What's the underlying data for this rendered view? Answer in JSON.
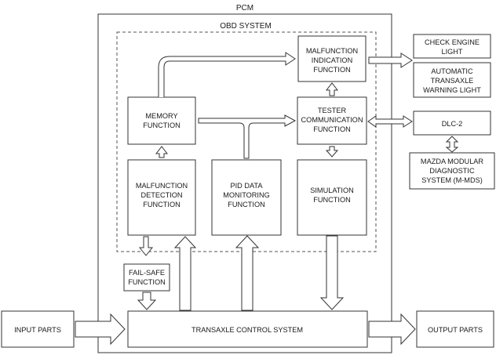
{
  "pcm": {
    "title": "PCM"
  },
  "obd": {
    "title": "OBD SYSTEM"
  },
  "blocks": {
    "malfunction_indication": [
      "MALFUNCTION",
      "INDICATION",
      "FUNCTION"
    ],
    "memory": [
      "MEMORY",
      "FUNCTION"
    ],
    "tester_communication": [
      "TESTER",
      "COMMUNICATION",
      "FUNCTION"
    ],
    "malfunction_detection": [
      "MALFUNCTION",
      "DETECTION",
      "FUNCTION"
    ],
    "pid_monitoring": [
      "PID DATA",
      "MONITORING",
      "FUNCTION"
    ],
    "simulation": [
      "SIMULATION",
      "FUNCTION"
    ],
    "fail_safe": [
      "FAIL-SAFE",
      "FUNCTION"
    ],
    "transaxle_control": [
      "TRANSAXLE CONTROL SYSTEM"
    ],
    "input_parts": [
      "INPUT PARTS"
    ],
    "output_parts": [
      "OUTPUT PARTS"
    ],
    "check_engine": [
      "CHECK ENGINE",
      "LIGHT"
    ],
    "at_warning": [
      "AUTOMATIC",
      "TRANSAXLE",
      "WARNING LIGHT"
    ],
    "dlc2": [
      "DLC-2"
    ],
    "m_mds": [
      "MAZDA MODULAR",
      "DIAGNOSTIC",
      "SYSTEM (M-MDS)"
    ]
  }
}
